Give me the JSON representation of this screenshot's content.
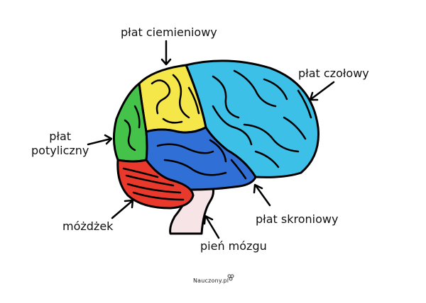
{
  "labels": {
    "parietal": "płat ciemieniowy",
    "frontal": "płat czołowy",
    "occipital_line1": "płat",
    "occipital_line2": "potyliczny",
    "cerebellum": "móżdżek",
    "temporal": "płat skroniowy",
    "brainstem": "pień mózgu"
  },
  "watermark": "Nauczony.pl",
  "colors": {
    "frontal": "#3cc0e8",
    "parietal": "#f5e64a",
    "occipital": "#45c24a",
    "temporal": "#2f6fd6",
    "cerebellum": "#e8392c",
    "brainstem": "#f7e4e6",
    "outline": "#000000"
  }
}
